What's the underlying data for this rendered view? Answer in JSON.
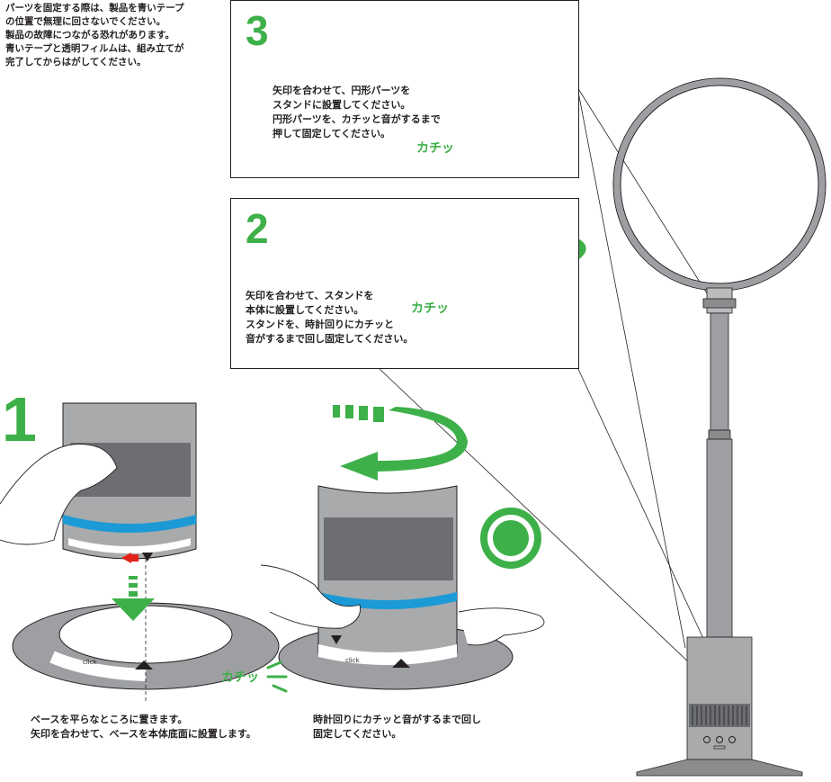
{
  "caution_note": {
    "lines": [
      "パーツを固定する際は、製品を青いテープ",
      "の位置で無理に回さないでください。",
      "製品の故障につながる恐れがあります。",
      "青いテープと透明フィルムは、組み立てが",
      "完了してからはがしてください。"
    ]
  },
  "step3": {
    "number": "3",
    "lines": [
      "矢印を合わせて、円形パーツを",
      "スタンドに設置してください。",
      "円形パーツを、カチッと音がするまで",
      "押して固定してください。"
    ],
    "sound": "カチッ"
  },
  "step2": {
    "number": "2",
    "lines": [
      "矢印を合わせて、スタンドを",
      "本体に設置してください。",
      "スタンドを、時計回りにカチッと",
      "音がするまで回し固定してください。"
    ],
    "sound": "カチッ"
  },
  "step1": {
    "number": "1",
    "sound": "カチッ",
    "click_label": "click",
    "caption_left": [
      "ベースを平らなところに置きます。",
      "矢印を合わせて、ベースを本体底面に設置します。"
    ],
    "caption_right": [
      "時計回りにカチッと音がするまで回し",
      "固定してください。"
    ]
  },
  "colors": {
    "accent_green": "#3db049",
    "tape_blue": "#1b9ad6",
    "body_gray": "#9d9fa2",
    "marker_red": "#e2231a"
  }
}
